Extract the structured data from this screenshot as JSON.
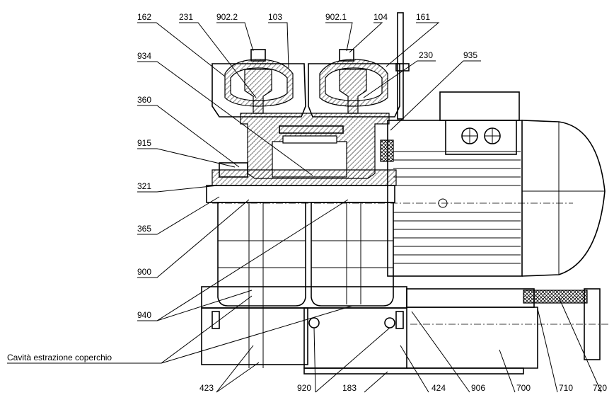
{
  "callouts": {
    "top": [
      "162",
      "231",
      "902.2",
      "103",
      "902.1",
      "104",
      "161"
    ],
    "right_upper": [
      "230",
      "935"
    ],
    "left": [
      "934",
      "360",
      "915",
      "321",
      "365",
      "900",
      "940"
    ],
    "cavity_label": "Cavità estrazione coperchio",
    "bottom": [
      "423",
      "920",
      "183",
      "424",
      "906",
      "700",
      "710",
      "720"
    ]
  }
}
